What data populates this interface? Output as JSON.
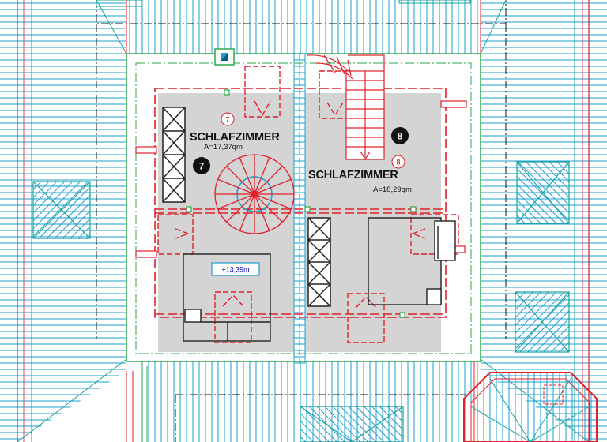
{
  "rooms": [
    {
      "name": "SCHLAFZIMMER",
      "area": "A=17,37qm",
      "number": "7"
    },
    {
      "name": "SCHLAFZIMMER",
      "area": "A=18,29qm",
      "number": "8"
    }
  ],
  "level_marker": "+13,39m",
  "colors": {
    "roof_tiles": "#1e9fd0",
    "roof_lines_teal": "#19a39a",
    "walls_red": "#e0202a",
    "green_lines": "#2aa84a",
    "floor_fill": "#d4d4d4",
    "dark_lines": "#222222"
  },
  "icons": [
    "window-icon",
    "spiral-stair-icon",
    "straight-stair-icon",
    "cabinet-icon",
    "roof-window-icon"
  ]
}
